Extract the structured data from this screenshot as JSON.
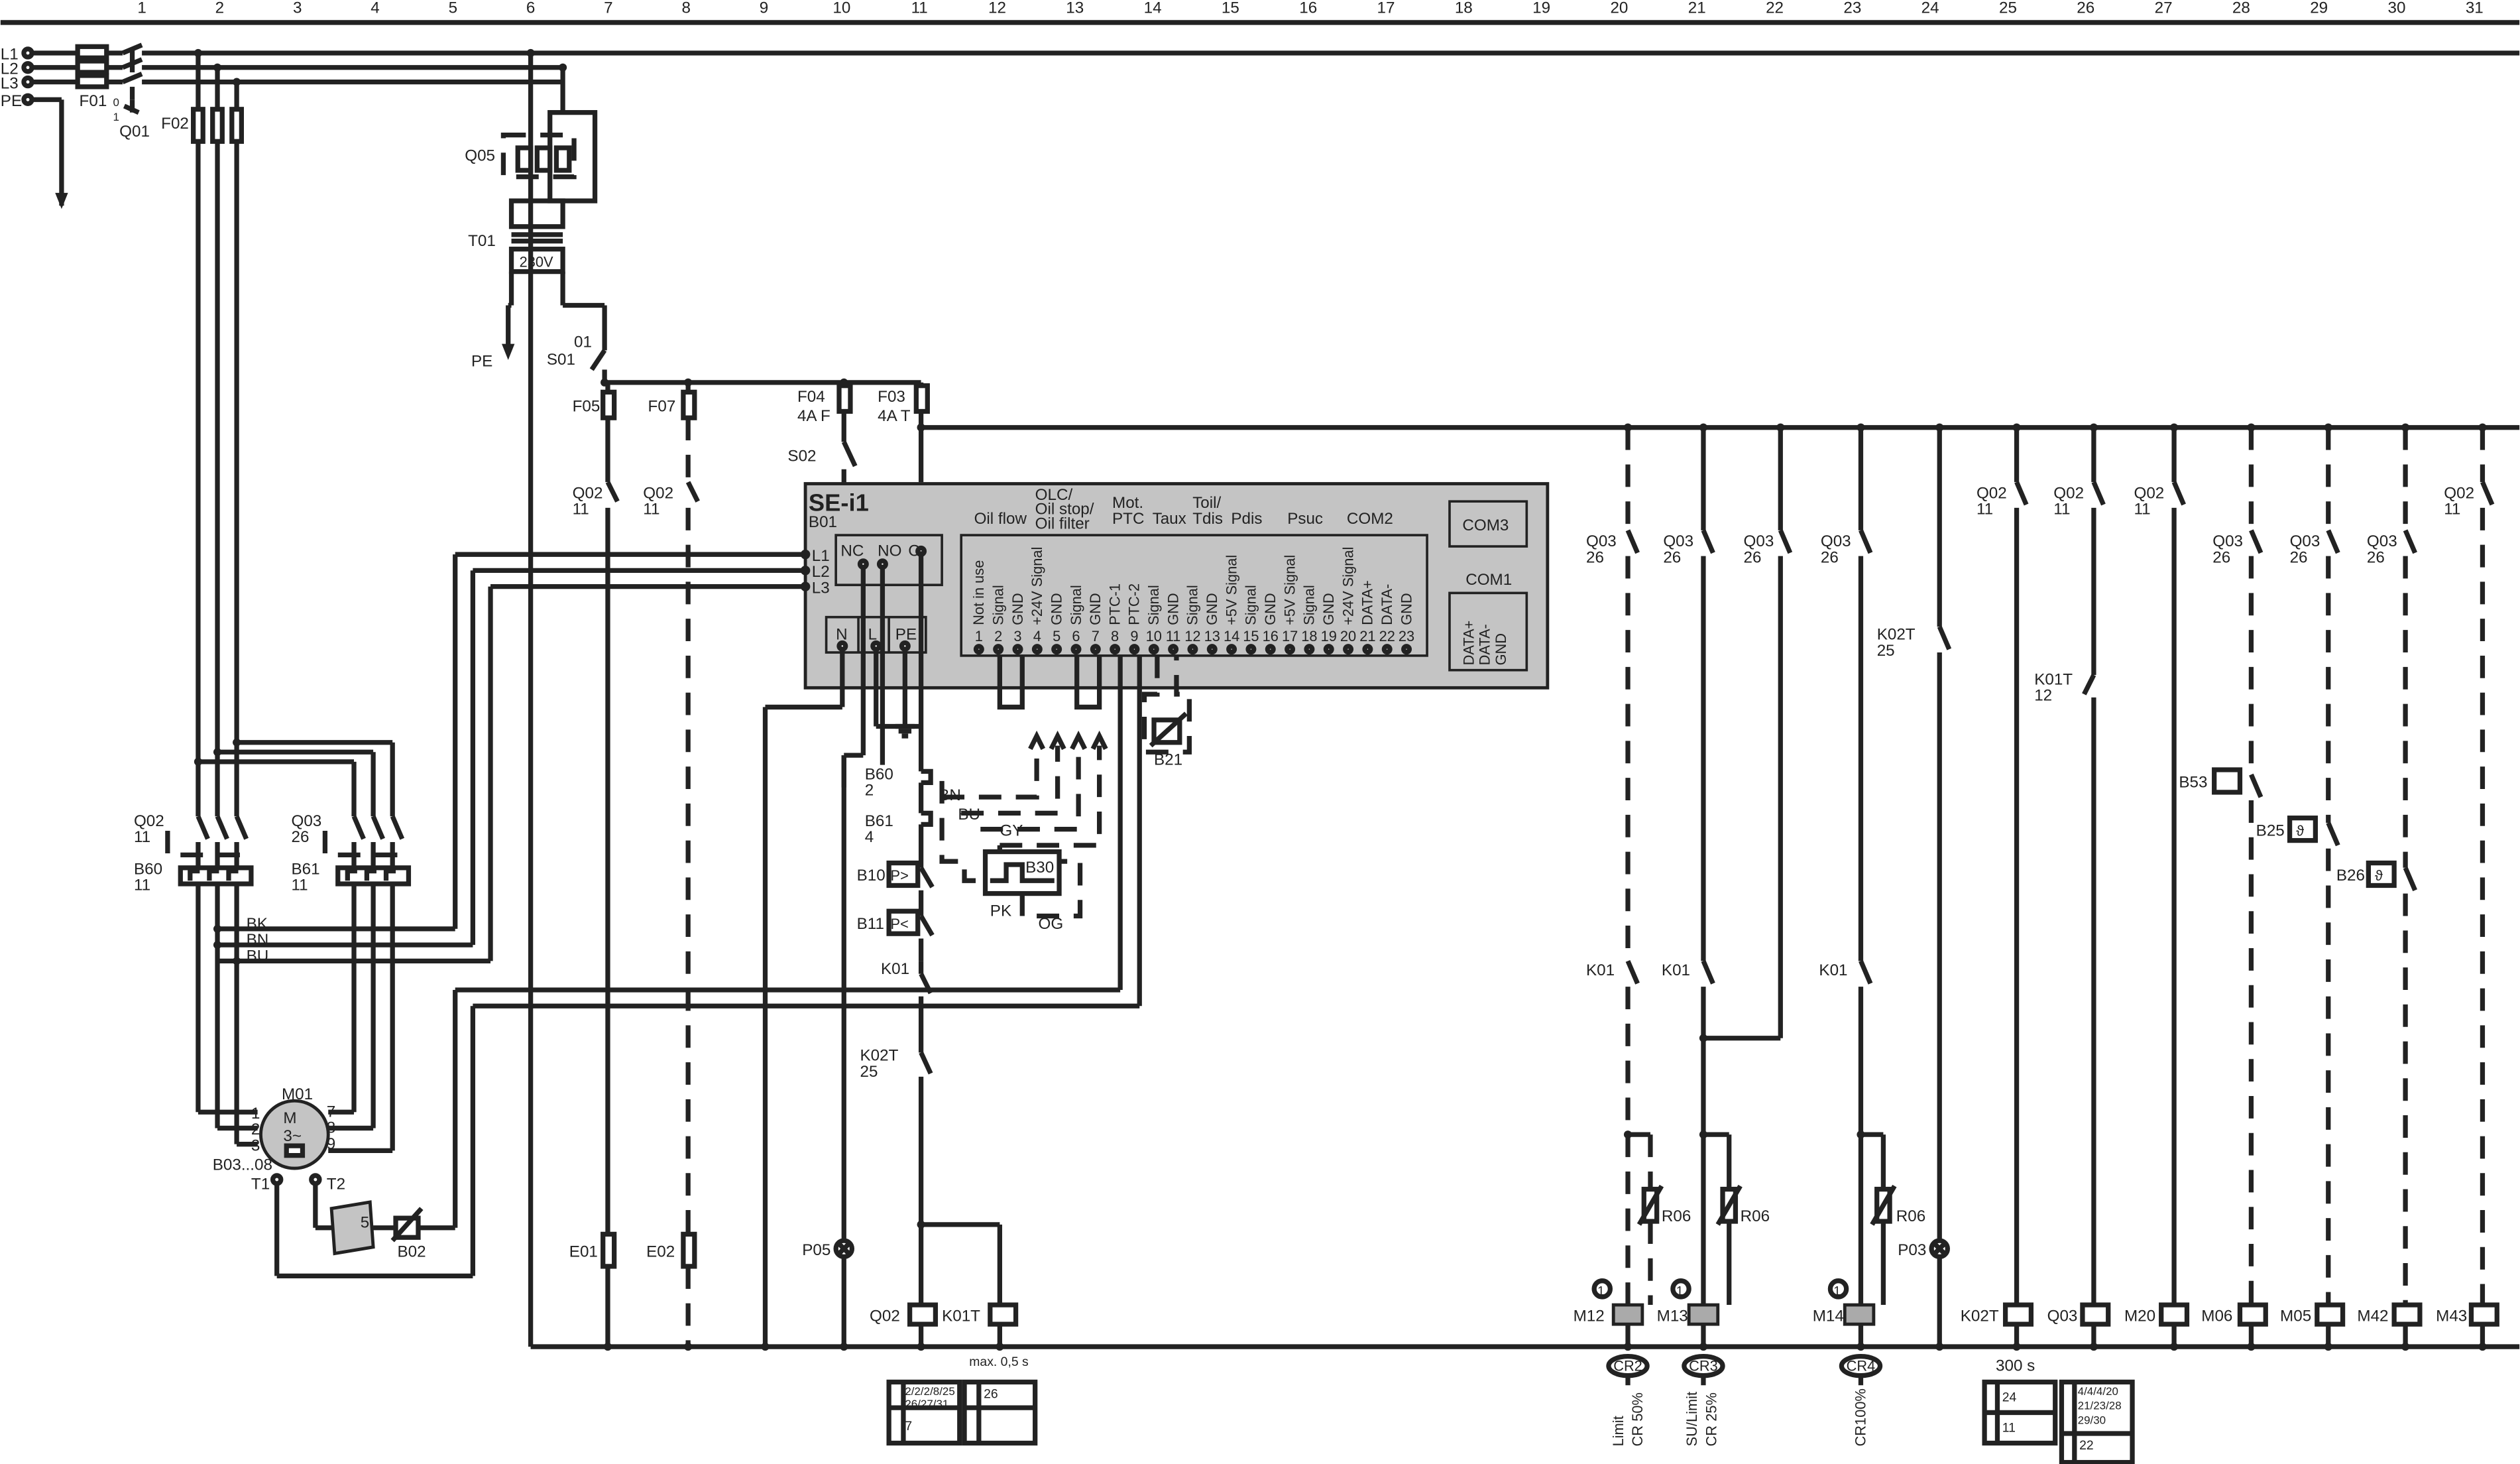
{
  "columns": [
    "1",
    "2",
    "3",
    "4",
    "5",
    "6",
    "7",
    "8",
    "9",
    "10",
    "11",
    "12",
    "13",
    "14",
    "15",
    "16",
    "17",
    "18",
    "19",
    "20",
    "21",
    "22",
    "23",
    "24",
    "25",
    "26",
    "27",
    "28",
    "29",
    "30",
    "31"
  ],
  "supply": {
    "l1": "L1",
    "l2": "L2",
    "l3": "L3",
    "pe": "PE",
    "f01": "F01",
    "q01": "Q01",
    "q01_pos0": "0",
    "q01_pos1": "1",
    "f02": "F02"
  },
  "transformer": {
    "q05": "Q05",
    "t01": "T01",
    "voltage": "230V",
    "pe": "PE",
    "s01": "S01",
    "s01_no": "01"
  },
  "fuses": {
    "f05": "F05",
    "f07": "F07",
    "f04": "F04",
    "f04_rating": "4A F",
    "f03": "F03",
    "f03_rating": "4A T",
    "s02": "S02"
  },
  "contacts_left": {
    "q02_a": "Q02",
    "q02_a_ref": "11",
    "q02_b": "Q02",
    "q02_b_ref": "11"
  },
  "controller": {
    "name": "SE-i1",
    "id": "B01",
    "l1": "L1",
    "l2": "L2",
    "l3": "L3",
    "nc": "NC",
    "no": "NO",
    "c": "C",
    "n": "N",
    "l": "L",
    "pe": "PE",
    "g_oil_flow": "Oil flow",
    "g_olc1": "OLC/",
    "g_olc2": "Oil stop/",
    "g_olc3": "Oil filter",
    "g_mot1": "Mot.",
    "g_mot2": "PTC",
    "g_taux": "Taux",
    "g_toil1": "Toil/",
    "g_toil2": "Tdis",
    "g_pdis": "Pdis",
    "g_psuc": "Psuc",
    "g_com2": "COM2",
    "terminals": [
      {
        "num": "1",
        "label": "Not in use"
      },
      {
        "num": "2",
        "label": "Signal"
      },
      {
        "num": "3",
        "label": "GND"
      },
      {
        "num": "4",
        "label": "+24V Signal"
      },
      {
        "num": "5",
        "label": "GND"
      },
      {
        "num": "6",
        "label": "Signal"
      },
      {
        "num": "7",
        "label": "GND"
      },
      {
        "num": "8",
        "label": "PTC-1"
      },
      {
        "num": "9",
        "label": "PTC-2"
      },
      {
        "num": "10",
        "label": "Signal"
      },
      {
        "num": "11",
        "label": "GND"
      },
      {
        "num": "12",
        "label": "Signal"
      },
      {
        "num": "13",
        "label": "GND"
      },
      {
        "num": "14",
        "label": "+5V Signal"
      },
      {
        "num": "15",
        "label": "Signal"
      },
      {
        "num": "16",
        "label": "GND"
      },
      {
        "num": "17",
        "label": "+5V Signal"
      },
      {
        "num": "18",
        "label": "Signal"
      },
      {
        "num": "19",
        "label": "GND"
      },
      {
        "num": "20",
        "label": "+24V Signal"
      },
      {
        "num": "21",
        "label": "DATA+"
      },
      {
        "num": "22",
        "label": "DATA-"
      },
      {
        "num": "23",
        "label": "GND"
      }
    ],
    "com3": "COM3",
    "com1": "COM1",
    "com1_data_plus": "DATA+",
    "com1_data_minus": "DATA-",
    "com1_gnd": "GND"
  },
  "safety": {
    "b21": "B21",
    "b60": "B60",
    "b60_ref": "2",
    "b61": "B61",
    "b61_ref": "4",
    "b10": "B10",
    "b10_sym": "P>",
    "b11": "B11",
    "b11_sym": "P<",
    "b30": "B30",
    "bn": "BN",
    "bu": "BU",
    "gy": "GY",
    "pk": "PK",
    "og": "OG",
    "k01": "K01",
    "k02t": "K02T",
    "k02t_ref": "25",
    "p05": "P05"
  },
  "motor": {
    "q02": "Q02",
    "q02_ref": "11",
    "q03": "Q03",
    "q03_ref": "26",
    "b60": "B60",
    "b60_ref": "11",
    "b61": "B61",
    "b61_ref": "11",
    "bk": "BK",
    "bn": "BN",
    "bu": "BU",
    "m01": "M01",
    "m": "M",
    "phase": "3~",
    "t1": "1",
    "t2": "2",
    "t3": "3",
    "t7": "7",
    "t8": "8",
    "t9": "9",
    "b03": "B03...08",
    "th1": "T1",
    "th2": "T2",
    "b02": "B02",
    "heater_no": "5"
  },
  "heaters": {
    "e01": "E01",
    "e02": "E02"
  },
  "bottom_left": {
    "q02": "Q02",
    "k01t": "K01T",
    "max_time": "max. 0,5 s",
    "ref_a_top": "2/2/2/8/25",
    "ref_a_mid": "26/27/31",
    "ref_a_bot": "7",
    "ref_b_top": "26"
  },
  "capacity": {
    "q03": "Q03",
    "q03_ref": "26",
    "k01": "K01",
    "r06": "R06",
    "one": "1",
    "m12": "M12",
    "m13": "M13",
    "m14": "M14",
    "cr2": "CR2",
    "cr3": "CR3",
    "cr4": "CR4",
    "limit1": "Limit",
    "limit2": "CR 50%",
    "sulimit1": "SU/Limit",
    "sulimit2": "CR 25%",
    "cr100": "CR100%"
  },
  "right_side": {
    "k02t": "K02T",
    "k02t_ref": "25",
    "p03": "P03",
    "q02": "Q02",
    "q02_ref": "11",
    "k01t": "K01T",
    "k01t_ref": "12",
    "q03": "Q03",
    "q03_ref": "26",
    "b53": "B53",
    "b25": "B25",
    "b26": "B26",
    "theta": "ϑ",
    "k02t_coil": "K02T",
    "time": "300 s",
    "q03_coil": "Q03",
    "m20": "M20",
    "m06": "M06",
    "m05": "M05",
    "m42": "M42",
    "m43": "M43",
    "ref_c_top": "24",
    "ref_c_bot": "11",
    "ref_d_top1": "4/4/4/20",
    "ref_d_top2": "21/23/28",
    "ref_d_top3": "29/30",
    "ref_d_bot": "22"
  }
}
